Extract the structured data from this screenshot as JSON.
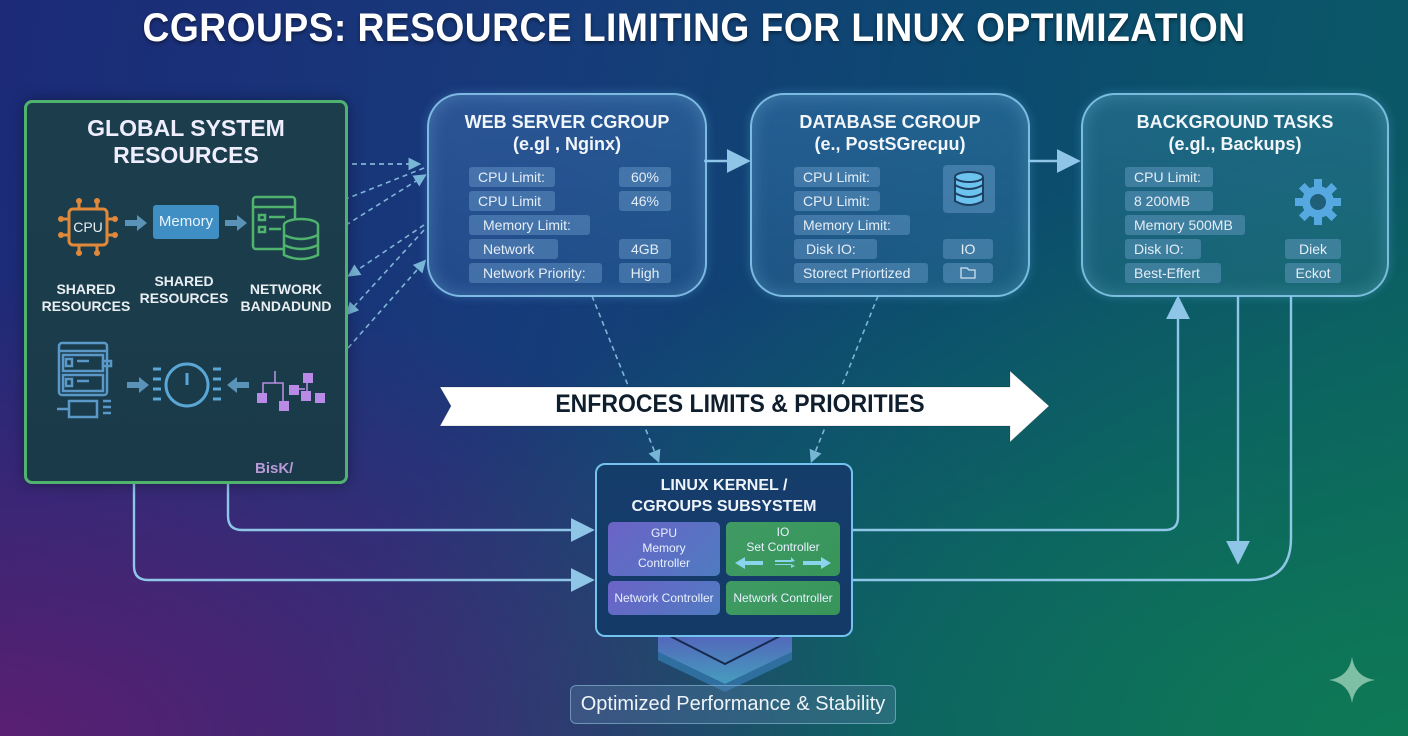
{
  "title": "CGROUPS: RESOURCE LIMITING FOR LINUX OPTIMIZATION",
  "global_resources": {
    "title_line1": "GLOBAL SYSTEM",
    "title_line2": "RESOURCES",
    "cpu_chip": "CPU",
    "memory_chip": "Memory",
    "labels": [
      {
        "line1": "SHARED",
        "line2": "RESOURCES"
      },
      {
        "line1": "SHARED",
        "line2": "RESOURCES"
      },
      {
        "line1": "NETWORK",
        "line2": "BANDADUND"
      }
    ],
    "disk_label": "BisK/",
    "icons": [
      "cpu-chip-icon",
      "memory-chip-icon",
      "server-database-icon",
      "server-rack-icon",
      "power-io-icon",
      "disk-tree-icon"
    ]
  },
  "cgroups": [
    {
      "title": "WEB SERVER CGROUP",
      "subtitle": "(e.gl , Nginx)",
      "rows": [
        {
          "label": "CPU Limit:",
          "value": "60%"
        },
        {
          "label": "CPU Limit",
          "value": "46%"
        },
        {
          "label": "Memory Limit:",
          "value": ""
        },
        {
          "label": "Network",
          "value": "4GB"
        },
        {
          "label": "Network Priority:",
          "value": "High"
        }
      ]
    },
    {
      "title": "DATABASE CGROUP",
      "subtitle": "(e., PostSGrecμu)",
      "rows": [
        {
          "label": "CPU Limit:",
          "value": ""
        },
        {
          "label": "CPU Limit:",
          "value": ""
        },
        {
          "label": "Memory Limit:",
          "value": ""
        },
        {
          "label": "Disk IO:",
          "value": "IO"
        },
        {
          "label": "Storect Priortized",
          "value": ""
        }
      ],
      "icon": "database-icon",
      "value_icon": "folder-icon"
    },
    {
      "title": "BACKGROUND TASKS",
      "subtitle": "(e.gl., Backups)",
      "rows": [
        {
          "label": "CPU Limit:",
          "value": ""
        },
        {
          "label": "8 200MB",
          "value": ""
        },
        {
          "label": "Memory 500MB",
          "value": ""
        },
        {
          "label": "Disk IO:",
          "value": "Diek"
        },
        {
          "label": "Best-Effert",
          "value": "Eckot"
        }
      ],
      "icon": "gear-icon"
    }
  ],
  "banner": "ENFROCES LIMITS & PRIORITIES",
  "kernel": {
    "title_line1": "LINUX KERNEL /",
    "title_line2": "CGROUPS SUBSYSTEM",
    "controllers": [
      {
        "line1": "GPU",
        "line2": "Memory",
        "line3": "Controller"
      },
      {
        "line1": "IO",
        "line2": "Set Controller"
      },
      {
        "line1": "Network Controller"
      },
      {
        "line1": "Network Controller"
      }
    ]
  },
  "outcome": "Optimized Performance & Stability",
  "colors": {
    "global_border": "#4fb36e",
    "card_border": "#8ccdf0",
    "wire": "#8fd0e8",
    "banner_fill": "#ffffff",
    "purple_controller": "#6b63c7",
    "green_controller": "#3f9b63"
  }
}
